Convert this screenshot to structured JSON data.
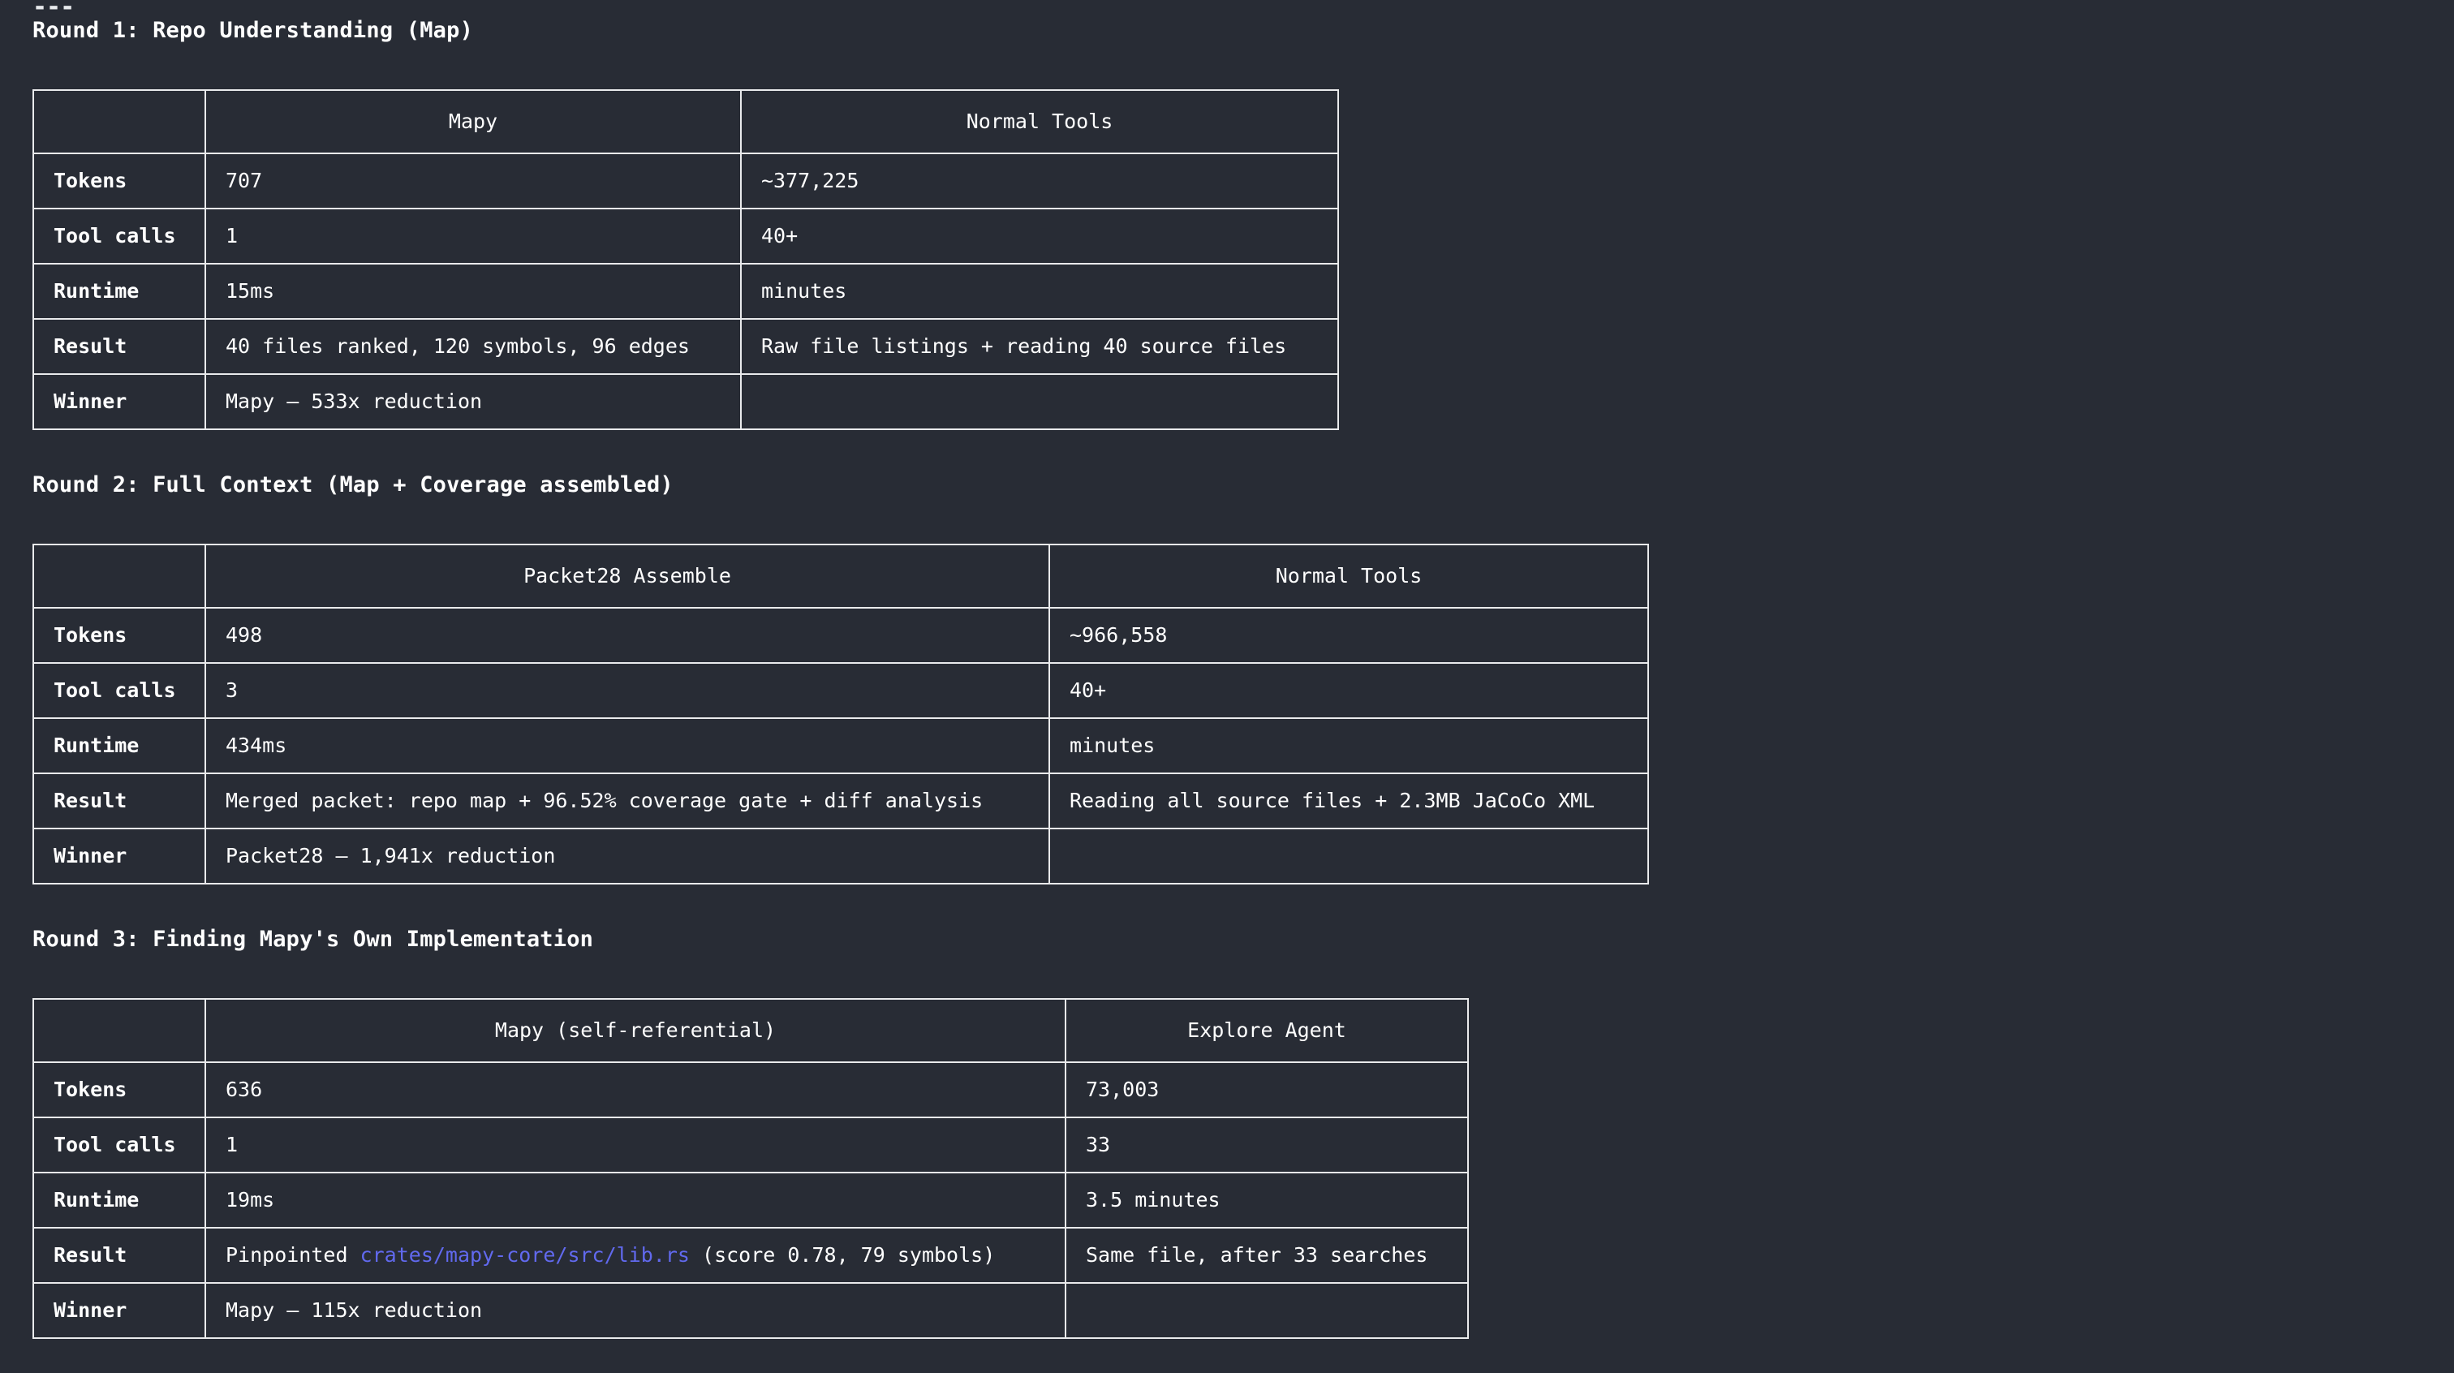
{
  "document": {
    "divider": "---",
    "background_color": "#282c35",
    "text_color": "#ffffff",
    "link_color": "#6169ee"
  },
  "sections": [
    {
      "heading": "Round 1: Repo Understanding (Map)",
      "table": {
        "columns": [
          "",
          "Mapy",
          "Normal Tools"
        ],
        "rows": [
          {
            "label": "Tokens",
            "a": "707",
            "b": "~377,225",
            "bold": false
          },
          {
            "label": "Tool calls",
            "a": "1",
            "b": "40+",
            "bold": false
          },
          {
            "label": "Runtime",
            "a": "15ms",
            "b": "minutes",
            "bold": false
          },
          {
            "label": "Result",
            "a": "40 files ranked, 120 symbols, 96 edges",
            "b": "Raw file listings + reading 40 source files",
            "bold": false
          },
          {
            "label": "Winner",
            "a": "Mapy — 533x reduction",
            "b": "",
            "bold": true
          }
        ]
      }
    },
    {
      "heading": "Round 2: Full Context (Map + Coverage assembled)",
      "table": {
        "columns": [
          "",
          "Packet28 Assemble",
          "Normal Tools"
        ],
        "rows": [
          {
            "label": "Tokens",
            "a": "498",
            "b": "~966,558",
            "bold": false
          },
          {
            "label": "Tool calls",
            "a": "3",
            "b": "40+",
            "bold": false
          },
          {
            "label": "Runtime",
            "a": "434ms",
            "b": "minutes",
            "bold": false
          },
          {
            "label": "Result",
            "a": "Merged packet: repo map + 96.52% coverage gate + diff analysis",
            "b": "Reading all source files + 2.3MB JaCoCo XML",
            "bold": false
          },
          {
            "label": "Winner",
            "a": "Packet28 — 1,941x reduction",
            "b": "",
            "bold": true
          }
        ]
      }
    },
    {
      "heading": "Round 3: Finding Mapy's Own Implementation",
      "table": {
        "columns": [
          "",
          "Mapy (self-referential)",
          "Explore Agent"
        ],
        "rows": [
          {
            "label": "Tokens",
            "a": "636",
            "b": "73,003",
            "bold": false
          },
          {
            "label": "Tool calls",
            "a": "1",
            "b": "33",
            "bold": false
          },
          {
            "label": "Runtime",
            "a": "19ms",
            "b": "3.5 minutes",
            "bold": false
          },
          {
            "label": "Result",
            "a_prefix": "Pinpointed ",
            "a_link": "crates/mapy-core/src/lib.rs",
            "a_suffix": " (score 0.78, 79 symbols)",
            "a": "Pinpointed crates/mapy-core/src/lib.rs (score 0.78, 79 symbols)",
            "b": "Same file, after 33 searches",
            "bold": false
          },
          {
            "label": "Winner",
            "a": "Mapy — 115x reduction",
            "b": "",
            "bold": true
          }
        ]
      }
    }
  ]
}
